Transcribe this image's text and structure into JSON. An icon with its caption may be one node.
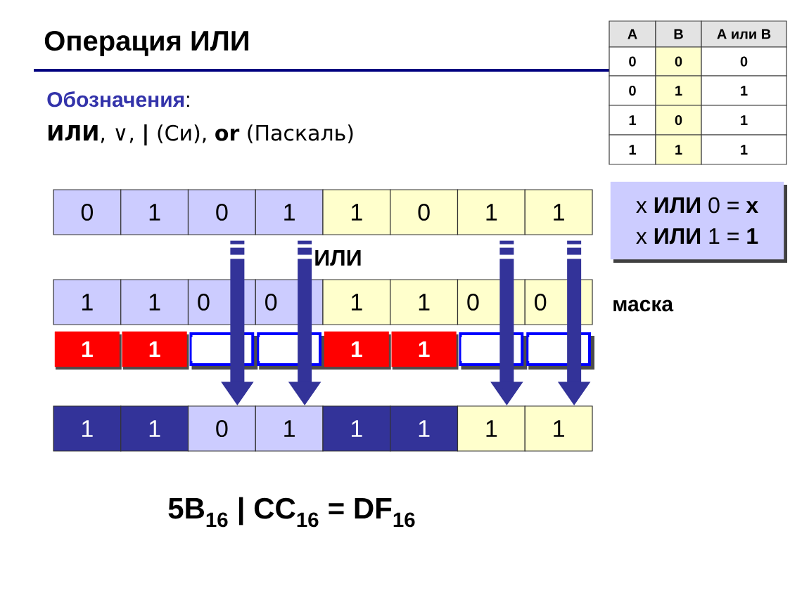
{
  "diagram": {
    "title": "Операция ИЛИ",
    "nodes": [
      {
        "text": [
          "0"
        ]
      },
      {
        "text": [
          "1"
        ]
      },
      {
        "text": [
          "0"
        ]
      },
      {
        "text": [
          "1"
        ]
      },
      {
        "text": [
          "1"
        ]
      },
      {
        "text": [
          "0"
        ]
      },
      {
        "text": [
          "1"
        ]
      },
      {
        "text": [
          "1"
        ]
      },
      {
        "text": [
          "1"
        ]
      },
      {
        "text": [
          "1"
        ]
      },
      {
        "text": [
          "0"
        ]
      },
      {
        "text": [
          "0"
        ]
      },
      {
        "text": [
          "1"
        ]
      },
      {
        "text": [
          "1"
        ]
      },
      {
        "text": [
          "0"
        ]
      },
      {
        "text": [
          "0"
        ]
      },
      {
        "text": [
          "1"
        ]
      },
      {
        "text": [
          "1"
        ]
      },
      {
        "text": [],
        "shape": "box"
      },
      {
        "text": [],
        "shape": "box"
      },
      {
        "text": [
          "1"
        ]
      },
      {
        "text": [
          "1"
        ]
      },
      {
        "text": [],
        "shape": "box"
      },
      {
        "text": [],
        "shape": "box"
      },
      {
        "text": [
          "1"
        ]
      },
      {
        "text": [
          "1"
        ]
      },
      {
        "text": [
          "0"
        ]
      },
      {
        "text": [
          "1"
        ]
      },
      {
        "text": [
          "1"
        ]
      },
      {
        "text": [
          "1"
        ]
      },
      {
        "text": [
          "1"
        ]
      },
      {
        "text": [
          "1"
        ]
      },
      {
        "text": [
          "x **ИЛИ** 0 = **x**",
          "x **ИЛИ** 1 = **1**"
        ]
      }
    ],
    "edges": [
      {
        "from": 2,
        "to": 26,
        "arrow": "to"
      },
      {
        "from": 3,
        "to": 27,
        "arrow": "to"
      },
      {
        "from": 6,
        "to": 30,
        "arrow": "to"
      },
      {
        "from": 7,
        "to": 31,
        "arrow": "to"
      }
    ],
    "labels": [
      "**Обозначения**:",
      "**ИЛИ**, ∨, **|** (Си), **or** (Паскаль)",
      "A",
      "B",
      "A или B",
      "0",
      "0",
      "0",
      "0",
      "1",
      "1",
      "1",
      "0",
      "1",
      "1",
      "1",
      "1",
      "ИЛИ",
      "маска",
      "5B$_{16}$ | CC$_{16}$ = DF$_{16}$"
    ]
  }
}
